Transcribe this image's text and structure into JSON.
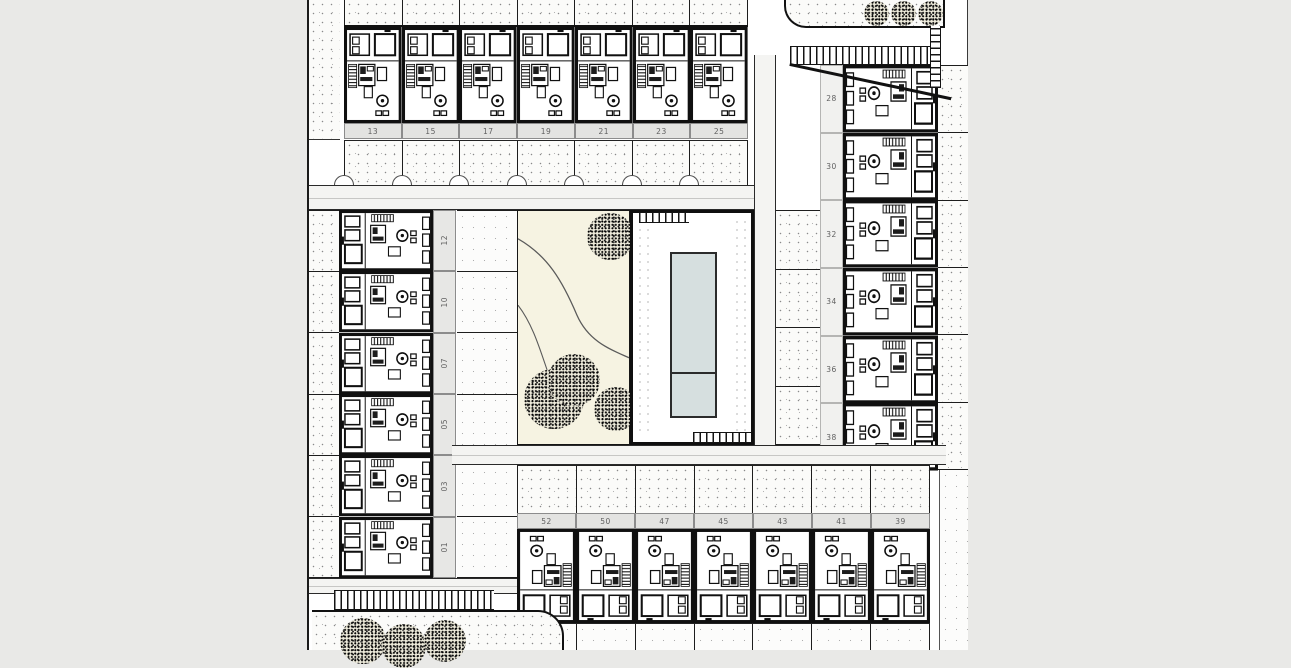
{
  "drawing": {
    "type": "residential-site-plan",
    "unit_rows": {
      "top": [
        "13",
        "15",
        "17",
        "19",
        "21",
        "23",
        "25"
      ],
      "left": [
        "12",
        "10",
        "07",
        "05",
        "03",
        "01"
      ],
      "right": [
        "28",
        "30",
        "32",
        "34",
        "36",
        "38"
      ],
      "bottom": [
        "52",
        "50",
        "47",
        "45",
        "43",
        "41",
        "39"
      ]
    },
    "amenities": {
      "pool": "swimming-pool",
      "garden": "courtyard-garden",
      "trees": "tree-canopy"
    },
    "colors": {
      "page_bg": "#e9e9e7",
      "sheet": "#ffffff",
      "garden": "#f6f3e2",
      "pool_water": "#d6dfdf",
      "label_strip": "#e3e3e1",
      "line": "#161616"
    }
  }
}
